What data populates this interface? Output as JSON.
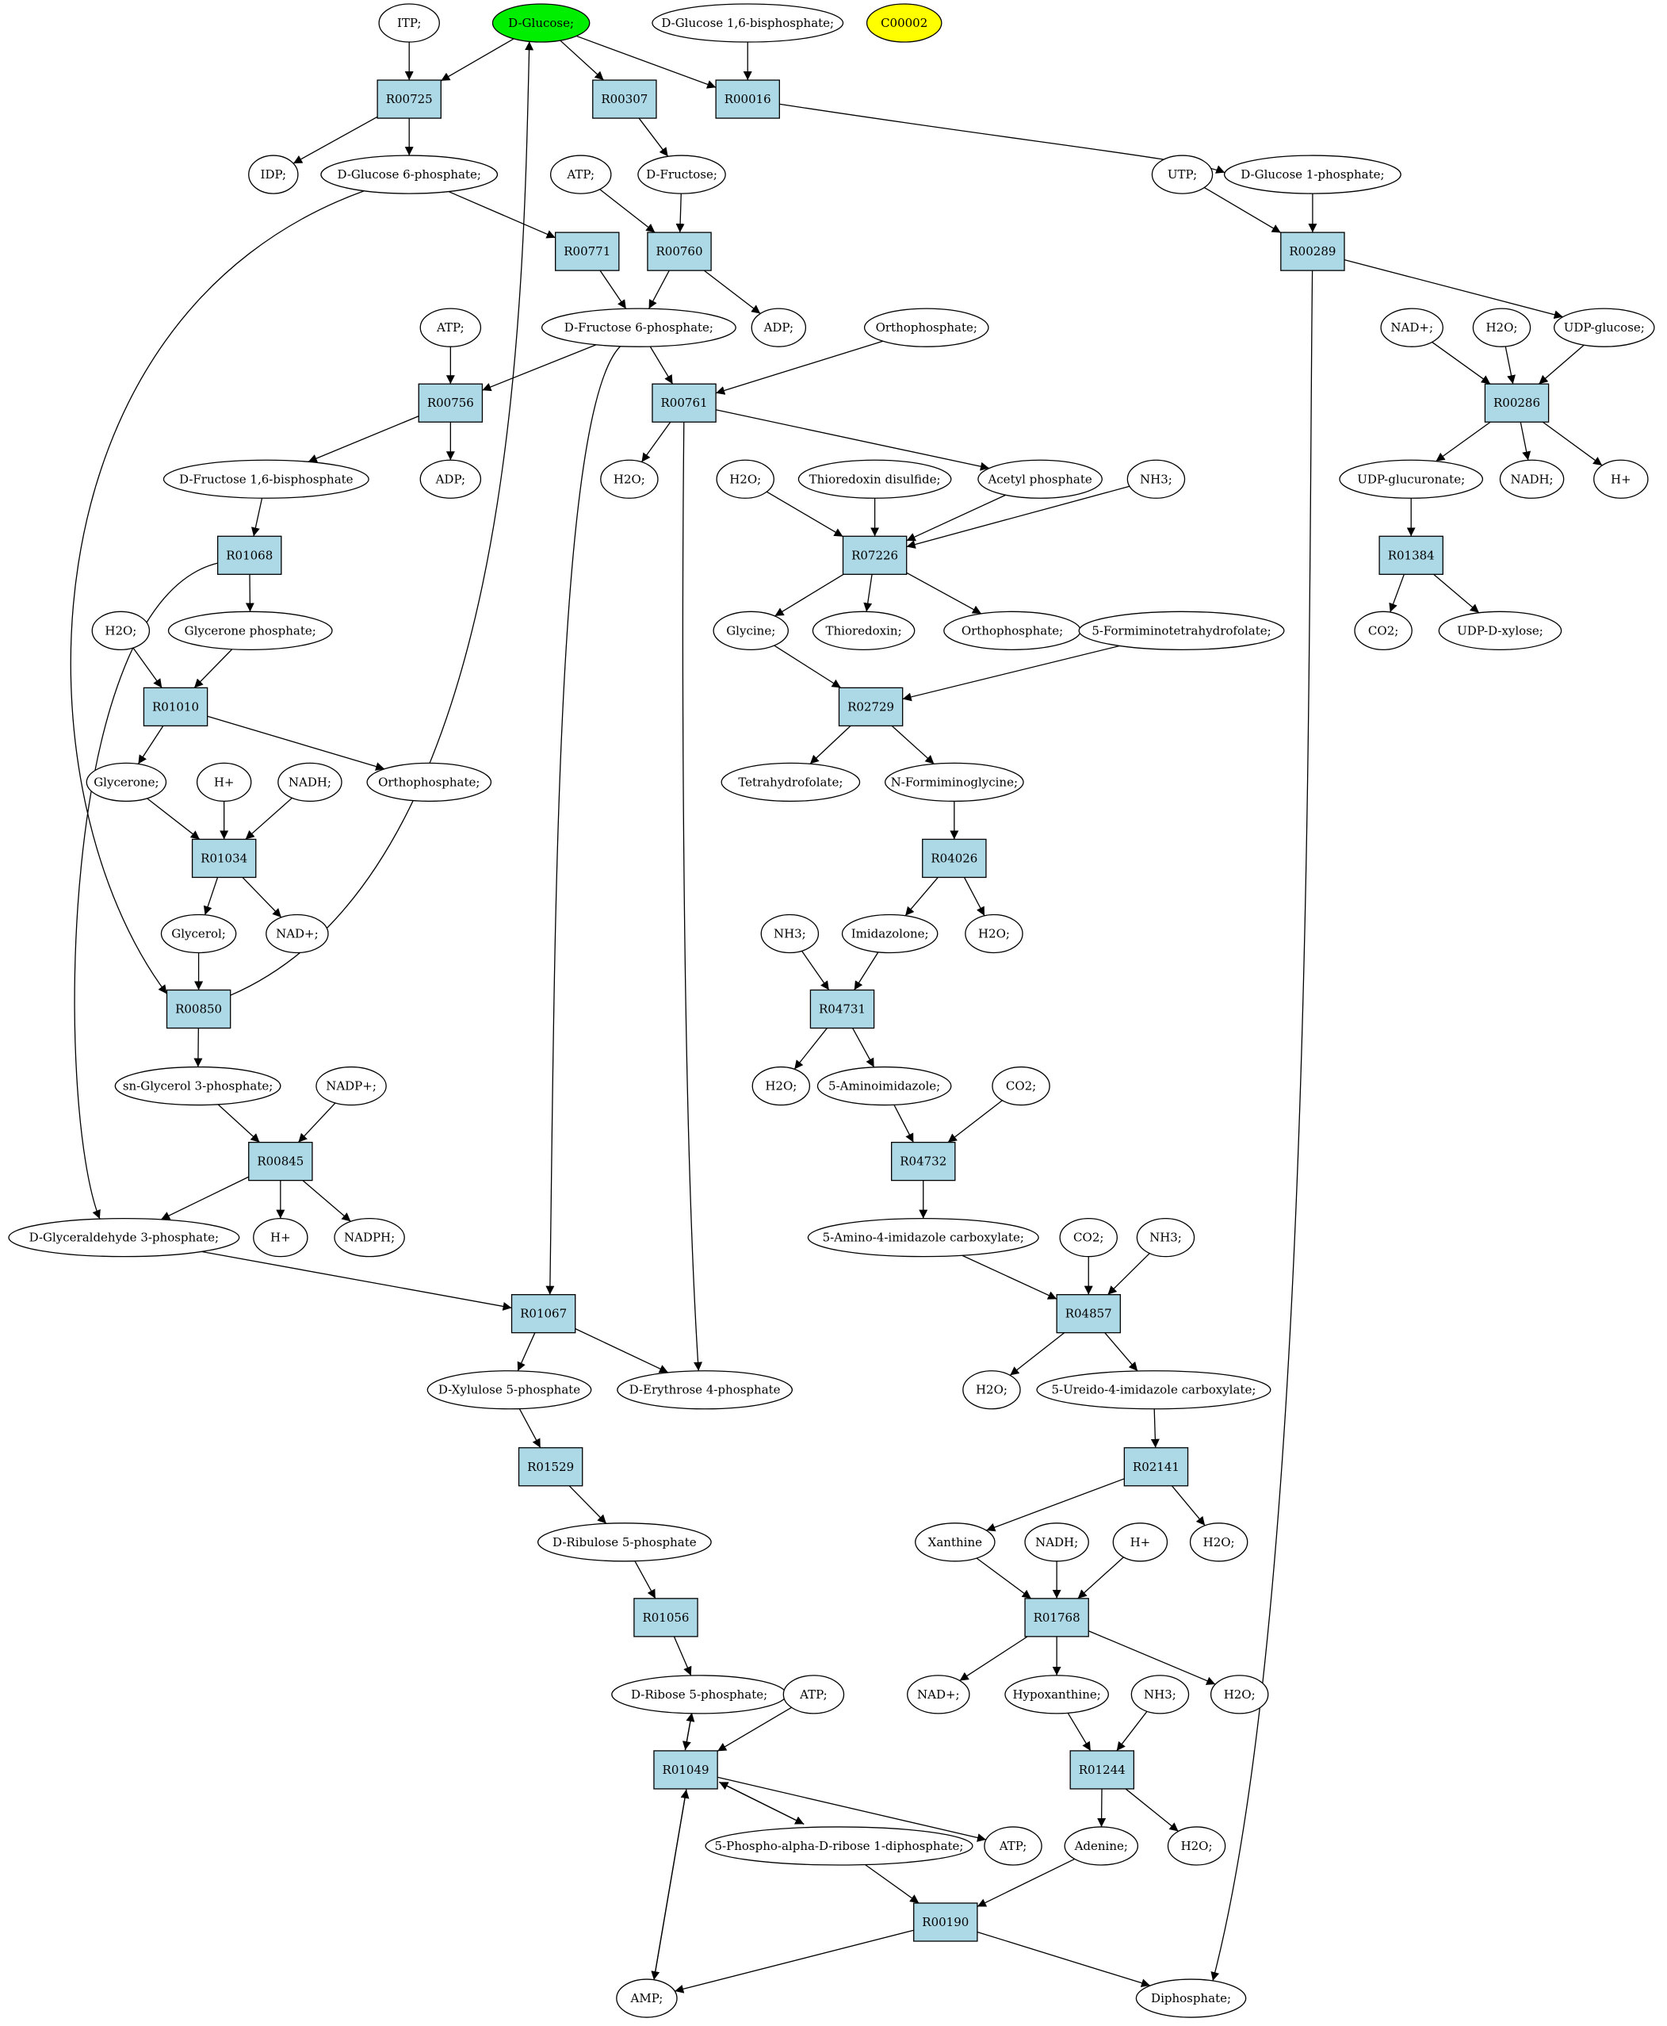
{
  "colors": {
    "reaction_fill": "#add8e6",
    "metabolite_fill": "#ffffff",
    "highlight_green": "#00ee00",
    "highlight_yellow": "#ffff00",
    "stroke": "#000000"
  },
  "nodes": {
    "itp": {
      "label": "ITP;",
      "kind": "met"
    },
    "dglucose": {
      "label": "D-Glucose;",
      "kind": "met",
      "fill": "green"
    },
    "dg16bp": {
      "label": "D-Glucose 1,6-bisphosphate;",
      "kind": "met"
    },
    "c00002": {
      "label": "C00002",
      "kind": "met",
      "fill": "yellow"
    },
    "r00725": {
      "label": "R00725",
      "kind": "rxn"
    },
    "r00307": {
      "label": "R00307",
      "kind": "rxn"
    },
    "r00016": {
      "label": "R00016",
      "kind": "rxn"
    },
    "idp": {
      "label": "IDP;",
      "kind": "met"
    },
    "dg6p": {
      "label": "D-Glucose 6-phosphate;",
      "kind": "met"
    },
    "atp1": {
      "label": "ATP;",
      "kind": "met"
    },
    "dfructose": {
      "label": "D-Fructose;",
      "kind": "met"
    },
    "utp": {
      "label": "UTP;",
      "kind": "met"
    },
    "dg1p": {
      "label": "D-Glucose 1-phosphate;",
      "kind": "met"
    },
    "r00771": {
      "label": "R00771",
      "kind": "rxn"
    },
    "r00760": {
      "label": "R00760",
      "kind": "rxn"
    },
    "r00289": {
      "label": "R00289",
      "kind": "rxn"
    },
    "atp2": {
      "label": "ATP;",
      "kind": "met"
    },
    "df6p": {
      "label": "D-Fructose 6-phosphate;",
      "kind": "met"
    },
    "adp1": {
      "label": "ADP;",
      "kind": "met"
    },
    "orthop1": {
      "label": "Orthophosphate;",
      "kind": "met"
    },
    "nadp_plus": {
      "label": "NAD+;",
      "kind": "met"
    },
    "h2o_a": {
      "label": "H2O;",
      "kind": "met"
    },
    "udpglucose": {
      "label": "UDP-glucose;",
      "kind": "met"
    },
    "r00756": {
      "label": "R00756",
      "kind": "rxn"
    },
    "r00761": {
      "label": "R00761",
      "kind": "rxn"
    },
    "r00286": {
      "label": "R00286",
      "kind": "rxn"
    },
    "df16bp": {
      "label": "D-Fructose 1,6-bisphosphate",
      "kind": "met"
    },
    "adp2": {
      "label": "ADP;",
      "kind": "met"
    },
    "h2o_b": {
      "label": "H2O;",
      "kind": "met"
    },
    "h2o_c": {
      "label": "H2O;",
      "kind": "met"
    },
    "thiodis": {
      "label": "Thioredoxin disulfide;",
      "kind": "met"
    },
    "acetylp": {
      "label": "Acetyl phosphate",
      "kind": "met"
    },
    "nh3_a": {
      "label": "NH3;",
      "kind": "met"
    },
    "udpglucuronate": {
      "label": "UDP-glucuronate;",
      "kind": "met"
    },
    "nadh_a": {
      "label": "NADH;",
      "kind": "met"
    },
    "hplus_a": {
      "label": "H+",
      "kind": "met"
    },
    "r01068": {
      "label": "R01068",
      "kind": "rxn"
    },
    "r07226": {
      "label": "R07226",
      "kind": "rxn"
    },
    "r01384": {
      "label": "R01384",
      "kind": "rxn"
    },
    "h2o_d": {
      "label": "H2O;",
      "kind": "met"
    },
    "glyceronep": {
      "label": "Glycerone phosphate;",
      "kind": "met"
    },
    "glycine": {
      "label": "Glycine;",
      "kind": "met"
    },
    "thioredoxin": {
      "label": "Thioredoxin;",
      "kind": "met"
    },
    "orthop2": {
      "label": "Orthophosphate;",
      "kind": "met"
    },
    "formimino": {
      "label": "5-Formiminotetrahydrofolate;",
      "kind": "met"
    },
    "co2_a": {
      "label": "CO2;",
      "kind": "met"
    },
    "udpxylose": {
      "label": "UDP-D-xylose;",
      "kind": "met"
    },
    "r01010": {
      "label": "R01010",
      "kind": "rxn"
    },
    "r02729": {
      "label": "R02729",
      "kind": "rxn"
    },
    "glycerone": {
      "label": "Glycerone;",
      "kind": "met"
    },
    "hplus_b": {
      "label": "H+",
      "kind": "met"
    },
    "nadh_b": {
      "label": "NADH;",
      "kind": "met"
    },
    "orthop3": {
      "label": "Orthophosphate;",
      "kind": "met"
    },
    "thf": {
      "label": "Tetrahydrofolate;",
      "kind": "met"
    },
    "nformimino": {
      "label": "N-Formiminoglycine;",
      "kind": "met"
    },
    "r01034": {
      "label": "R01034",
      "kind": "rxn"
    },
    "r04026": {
      "label": "R04026",
      "kind": "rxn"
    },
    "glycerol": {
      "label": "Glycerol;",
      "kind": "met"
    },
    "nad_b": {
      "label": "NAD+;",
      "kind": "met"
    },
    "nh3_b": {
      "label": "NH3;",
      "kind": "met"
    },
    "imidazolone": {
      "label": "Imidazolone;",
      "kind": "met"
    },
    "h2o_e": {
      "label": "H2O;",
      "kind": "met"
    },
    "r00850": {
      "label": "R00850",
      "kind": "rxn"
    },
    "r04731": {
      "label": "R04731",
      "kind": "rxn"
    },
    "sng3p": {
      "label": "sn-Glycerol 3-phosphate;",
      "kind": "met"
    },
    "nadpp": {
      "label": "NADP+;",
      "kind": "met"
    },
    "h2o_f": {
      "label": "H2O;",
      "kind": "met"
    },
    "aminoimid": {
      "label": "5-Aminoimidazole;",
      "kind": "met"
    },
    "co2_b": {
      "label": "CO2;",
      "kind": "met"
    },
    "r00845": {
      "label": "R00845",
      "kind": "rxn"
    },
    "r04732": {
      "label": "R04732",
      "kind": "rxn"
    },
    "dgap": {
      "label": "D-Glyceraldehyde 3-phosphate;",
      "kind": "met"
    },
    "hplus_c": {
      "label": "H+",
      "kind": "met"
    },
    "nadph": {
      "label": "NADPH;",
      "kind": "met"
    },
    "aminoimidcarb": {
      "label": "5-Amino-4-imidazole carboxylate;",
      "kind": "met"
    },
    "co2_c": {
      "label": "CO2;",
      "kind": "met"
    },
    "nh3_c": {
      "label": "NH3;",
      "kind": "met"
    },
    "r01067": {
      "label": "R01067",
      "kind": "rxn"
    },
    "r04857": {
      "label": "R04857",
      "kind": "rxn"
    },
    "dxyl5p": {
      "label": "D-Xylulose 5-phosphate",
      "kind": "met"
    },
    "dery4p": {
      "label": "D-Erythrose 4-phosphate",
      "kind": "met"
    },
    "h2o_g": {
      "label": "H2O;",
      "kind": "met"
    },
    "ureido": {
      "label": "5-Ureido-4-imidazole carboxylate;",
      "kind": "met"
    },
    "r01529": {
      "label": "R01529",
      "kind": "rxn"
    },
    "r02141": {
      "label": "R02141",
      "kind": "rxn"
    },
    "dribu5p": {
      "label": "D-Ribulose 5-phosphate",
      "kind": "met"
    },
    "xanthine": {
      "label": "Xanthine",
      "kind": "met"
    },
    "nadh_c": {
      "label": "NADH;",
      "kind": "met"
    },
    "hplus_d": {
      "label": "H+",
      "kind": "met"
    },
    "h2o_h": {
      "label": "H2O;",
      "kind": "met"
    },
    "r01056": {
      "label": "R01056",
      "kind": "rxn"
    },
    "r01768": {
      "label": "R01768",
      "kind": "rxn"
    },
    "drib5p": {
      "label": "D-Ribose 5-phosphate;",
      "kind": "met"
    },
    "atp3": {
      "label": "ATP;",
      "kind": "met"
    },
    "nad_c": {
      "label": "NAD+;",
      "kind": "met"
    },
    "hypoxanthine": {
      "label": "Hypoxanthine;",
      "kind": "met"
    },
    "nh3_d": {
      "label": "NH3;",
      "kind": "met"
    },
    "h2o_i": {
      "label": "H2O;",
      "kind": "met"
    },
    "r01049": {
      "label": "R01049",
      "kind": "rxn"
    },
    "r01244": {
      "label": "R01244",
      "kind": "rxn"
    },
    "prpp": {
      "label": "5-Phospho-alpha-D-ribose 1-diphosphate;",
      "kind": "met"
    },
    "atp4": {
      "label": "ATP;",
      "kind": "met"
    },
    "adenine": {
      "label": "Adenine;",
      "kind": "met"
    },
    "h2o_j": {
      "label": "H2O;",
      "kind": "met"
    },
    "r00190": {
      "label": "R00190",
      "kind": "rxn"
    },
    "amp": {
      "label": "AMP;",
      "kind": "met"
    },
    "diphosphate": {
      "label": "Diphosphate;",
      "kind": "met"
    }
  },
  "edges": [
    [
      "itp",
      "r00725"
    ],
    [
      "dglucose",
      "r00725"
    ],
    [
      "dglucose",
      "r00307"
    ],
    [
      "dglucose",
      "r00016"
    ],
    [
      "dg16bp",
      "r00016"
    ],
    [
      "r00725",
      "idp"
    ],
    [
      "r00725",
      "dg6p"
    ],
    [
      "r00307",
      "dfructose"
    ],
    [
      "r00016",
      "dg1p"
    ],
    [
      "dg6p",
      "r00771"
    ],
    [
      "dg6p",
      "r00850"
    ],
    [
      "atp1",
      "r00760"
    ],
    [
      "dfructose",
      "r00760"
    ],
    [
      "utp",
      "r00289"
    ],
    [
      "dg1p",
      "r00289"
    ],
    [
      "r00771",
      "df6p"
    ],
    [
      "r00760",
      "df6p"
    ],
    [
      "r00760",
      "adp1"
    ],
    [
      "r00289",
      "udpglucose"
    ],
    [
      "r00289",
      "diphosphate"
    ],
    [
      "atp2",
      "r00756"
    ],
    [
      "df6p",
      "r00756"
    ],
    [
      "df6p",
      "r00761"
    ],
    [
      "df6p",
      "r01067"
    ],
    [
      "orthop1",
      "r00761"
    ],
    [
      "nadp_plus",
      "r00286"
    ],
    [
      "h2o_a",
      "r00286"
    ],
    [
      "udpglucose",
      "r00286"
    ],
    [
      "r00756",
      "df16bp"
    ],
    [
      "r00756",
      "adp2"
    ],
    [
      "r00761",
      "h2o_b"
    ],
    [
      "r00761",
      "acetylp"
    ],
    [
      "r00761",
      "dery4p"
    ],
    [
      "r00286",
      "udpglucuronate"
    ],
    [
      "r00286",
      "nadh_a"
    ],
    [
      "r00286",
      "hplus_a"
    ],
    [
      "df16bp",
      "r01068"
    ],
    [
      "h2o_c",
      "r07226"
    ],
    [
      "thiodis",
      "r07226"
    ],
    [
      "acetylp",
      "r07226"
    ],
    [
      "nh3_a",
      "r07226"
    ],
    [
      "udpglucuronate",
      "r01384"
    ],
    [
      "r01068",
      "glyceronep"
    ],
    [
      "r01068",
      "dgap"
    ],
    [
      "r07226",
      "glycine"
    ],
    [
      "r07226",
      "thioredoxin"
    ],
    [
      "r07226",
      "orthop2"
    ],
    [
      "r01384",
      "co2_a"
    ],
    [
      "r01384",
      "udpxylose"
    ],
    [
      "h2o_d",
      "r01010"
    ],
    [
      "glyceronep",
      "r01010"
    ],
    [
      "glycine",
      "r02729"
    ],
    [
      "formimino",
      "r02729"
    ],
    [
      "r01010",
      "glycerone"
    ],
    [
      "r01010",
      "orthop3"
    ],
    [
      "r02729",
      "thf"
    ],
    [
      "r02729",
      "nformimino"
    ],
    [
      "glycerone",
      "r01034"
    ],
    [
      "hplus_b",
      "r01034"
    ],
    [
      "nadh_b",
      "r01034"
    ],
    [
      "nformimino",
      "r04026"
    ],
    [
      "r01034",
      "glycerol"
    ],
    [
      "r01034",
      "nad_b"
    ],
    [
      "r04026",
      "imidazolone"
    ],
    [
      "r04026",
      "h2o_e"
    ],
    [
      "glycerol",
      "r00850"
    ],
    [
      "nh3_b",
      "r04731"
    ],
    [
      "imidazolone",
      "r04731"
    ],
    [
      "r00850",
      "sng3p"
    ],
    [
      "r00850",
      "dglucose"
    ],
    [
      "r04731",
      "h2o_f"
    ],
    [
      "r04731",
      "aminoimid"
    ],
    [
      "sng3p",
      "r00845"
    ],
    [
      "nadpp",
      "r00845"
    ],
    [
      "aminoimid",
      "r04732"
    ],
    [
      "co2_b",
      "r04732"
    ],
    [
      "r00845",
      "dgap"
    ],
    [
      "r00845",
      "hplus_c"
    ],
    [
      "r00845",
      "nadph"
    ],
    [
      "r04732",
      "aminoimidcarb"
    ],
    [
      "dgap",
      "r01067"
    ],
    [
      "aminoimidcarb",
      "r04857"
    ],
    [
      "co2_c",
      "r04857"
    ],
    [
      "nh3_c",
      "r04857"
    ],
    [
      "r01067",
      "dxyl5p"
    ],
    [
      "r01067",
      "dery4p"
    ],
    [
      "r04857",
      "h2o_g"
    ],
    [
      "r04857",
      "ureido"
    ],
    [
      "dxyl5p",
      "r01529"
    ],
    [
      "ureido",
      "r02141"
    ],
    [
      "r01529",
      "dribu5p"
    ],
    [
      "r02141",
      "xanthine"
    ],
    [
      "r02141",
      "h2o_h"
    ],
    [
      "dribu5p",
      "r01056"
    ],
    [
      "xanthine",
      "r01768"
    ],
    [
      "nadh_c",
      "r01768"
    ],
    [
      "hplus_d",
      "r01768"
    ],
    [
      "r01056",
      "drib5p"
    ],
    [
      "r01768",
      "nad_c"
    ],
    [
      "r01768",
      "hypoxanthine"
    ],
    [
      "r01768",
      "h2o_i"
    ],
    [
      "drib5p",
      "r01049"
    ],
    [
      "atp3",
      "r01049"
    ],
    [
      "r01049",
      "drib5p"
    ],
    [
      "hypoxanthine",
      "r01244"
    ],
    [
      "nh3_d",
      "r01244"
    ],
    [
      "r01049",
      "atp4"
    ],
    [
      "r01049",
      "prpp"
    ],
    [
      "prpp",
      "r01049"
    ],
    [
      "r01049",
      "amp"
    ],
    [
      "amp",
      "r01049"
    ],
    [
      "r01244",
      "adenine"
    ],
    [
      "r01244",
      "h2o_j"
    ],
    [
      "prpp",
      "r00190"
    ],
    [
      "adenine",
      "r00190"
    ],
    [
      "r00190",
      "amp"
    ],
    [
      "r00190",
      "diphosphate"
    ]
  ]
}
